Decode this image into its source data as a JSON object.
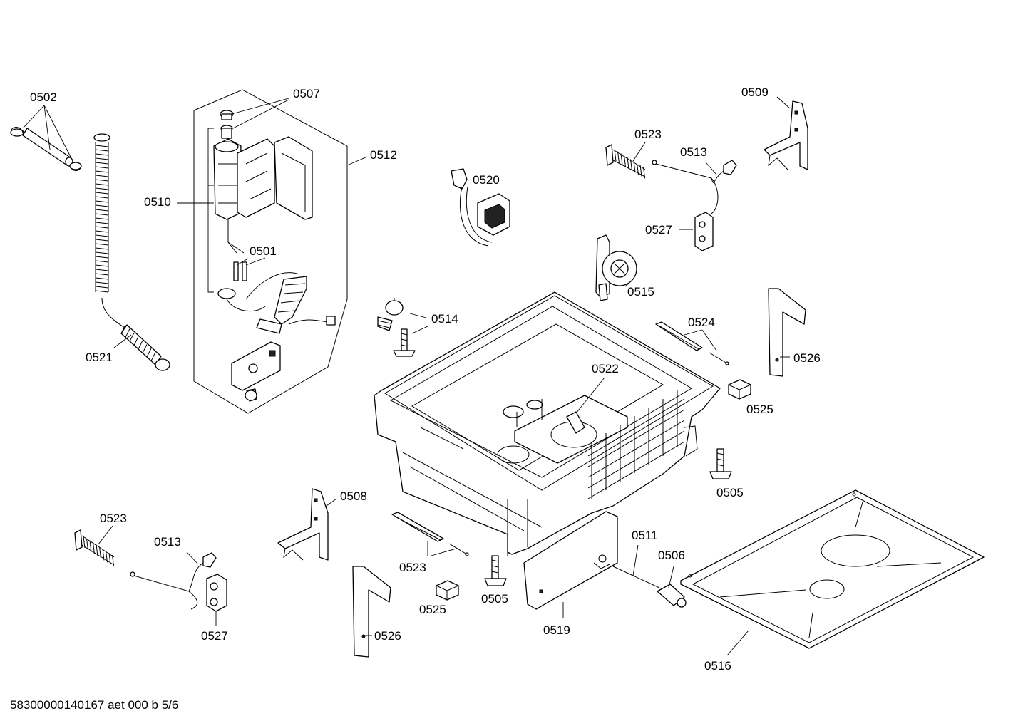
{
  "labels": {
    "p0502": "0502",
    "p0507": "0507",
    "p0512": "0512",
    "p0510": "0510",
    "p0501": "0501",
    "p0521": "0521",
    "p0520": "0520",
    "p0523_top": "0523",
    "p0513_top": "0513",
    "p0509": "0509",
    "p0527_top": "0527",
    "p0515": "0515",
    "p0514": "0514",
    "p0524": "0524",
    "p0526_right": "0526",
    "p0522": "0522",
    "p0525_right": "0525",
    "p0505_right": "0505",
    "p0508": "0508",
    "p0523_left": "0523",
    "p0513_left": "0513",
    "p0527_left": "0527",
    "p0523_mid": "0523",
    "p0525_mid": "0525",
    "p0505_mid": "0505",
    "p0526_left": "0526",
    "p0519": "0519",
    "p0511": "0511",
    "p0506": "0506",
    "p0516": "0516"
  },
  "footer": {
    "text": "58300000140167 aet 000 b 5/6"
  }
}
